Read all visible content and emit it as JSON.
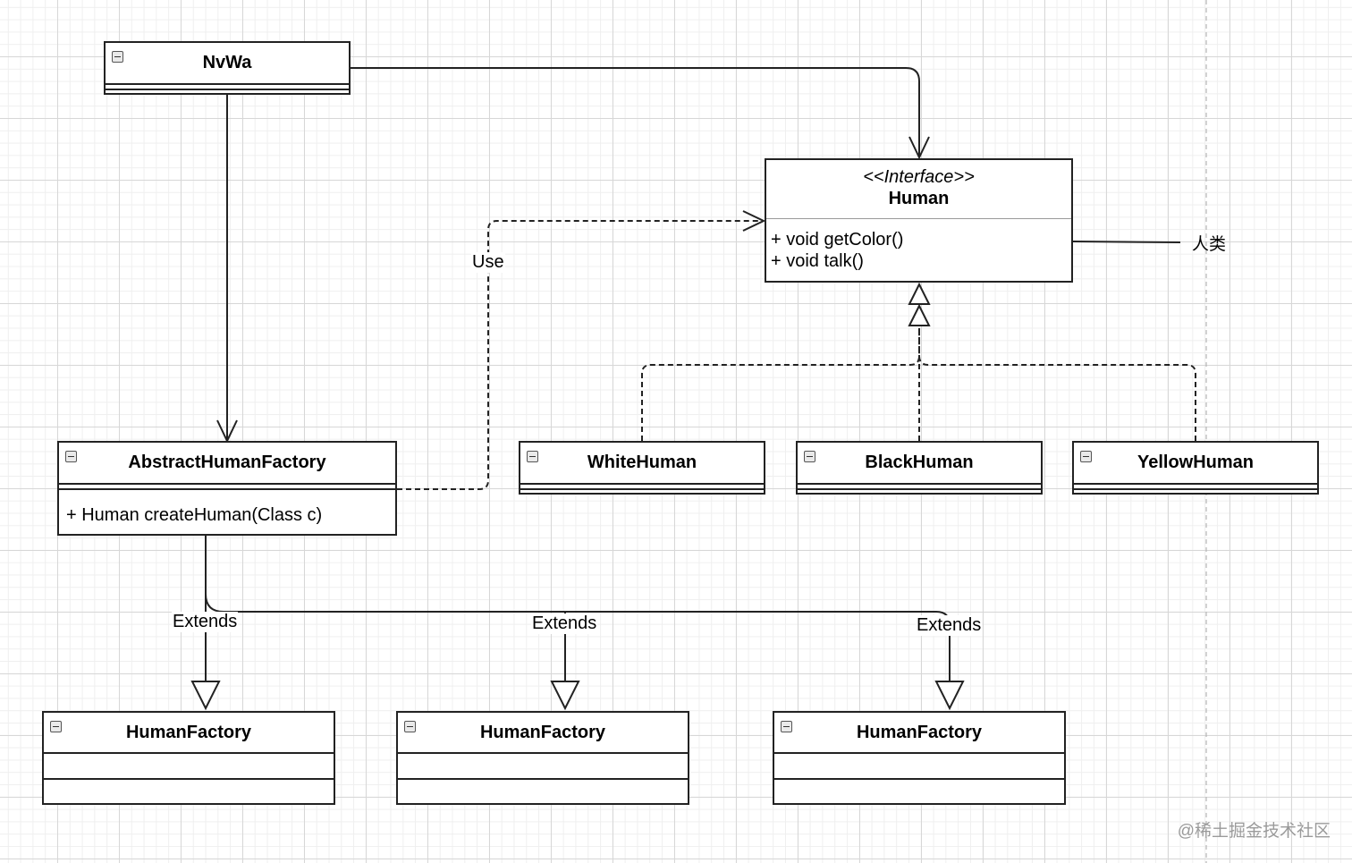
{
  "classes": {
    "nvwa": {
      "name": "NvWa"
    },
    "abstract_factory": {
      "name": "AbstractHumanFactory",
      "methods": [
        "+ Human createHuman(Class c)"
      ]
    },
    "white": {
      "name": "WhiteHuman"
    },
    "black": {
      "name": "BlackHuman"
    },
    "yellow": {
      "name": "YellowHuman"
    },
    "factory_1": {
      "name": "HumanFactory"
    },
    "factory_2": {
      "name": "HumanFactory"
    },
    "factory_3": {
      "name": "HumanFactory"
    }
  },
  "interface": {
    "stereotype": "<<Interface>>",
    "name": "Human",
    "methods": [
      "+ void getColor()",
      "+ void talk()"
    ]
  },
  "labels": {
    "use": "Use",
    "extends_1": "Extends",
    "extends_2": "Extends",
    "extends_3": "Extends",
    "note": "人类"
  },
  "watermark": "@稀土掘金技术社区",
  "colors": {
    "line": "#222222",
    "grid_major": "#d7d7d7",
    "grid_minor": "#efefef",
    "watermark": "#9a9a9a"
  },
  "icons": {
    "collapse": "collapse-minus-icon"
  }
}
